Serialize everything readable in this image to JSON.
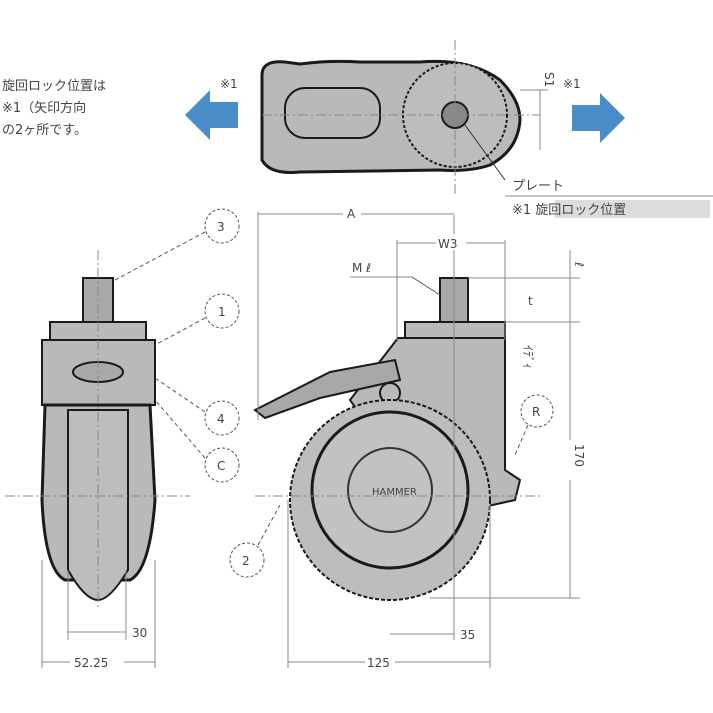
{
  "drawing": {
    "title": "Caster dimensional drawing",
    "colors": {
      "fill": "#b9b9b9",
      "outline": "#1a1a1a",
      "dim_line": "#8a8a8a",
      "arrow": "#4a8cc7"
    },
    "top_view": {
      "note_left": [
        "旋回ロック位置は",
        "※1（矢印方向",
        "の2ヶ所です。"
      ],
      "arrow_left_label": "※1",
      "arrow_right_label": "※1",
      "dim_s1": "S1",
      "callout_plate": "プレート",
      "callout_note": "※1 旋回ロック位置"
    },
    "side_view": {
      "callouts": [
        "3",
        "1",
        "4",
        "C"
      ],
      "callout_wheel": "2",
      "dim_wheel_width": "30",
      "dim_overall_width": "52.25"
    },
    "front_view": {
      "dim_A": "A",
      "dim_stem_pitch": "W3",
      "label_thread": "M ℓ",
      "dim_stem_height": "ℓ",
      "dim_small": "t",
      "label_vertical": "ｲﾃﾞｨ",
      "callout_R": "R",
      "dim_total_height": "170",
      "dim_offset": "35",
      "dim_wheel_dia": "125",
      "hub_text": "HAMMER"
    }
  }
}
